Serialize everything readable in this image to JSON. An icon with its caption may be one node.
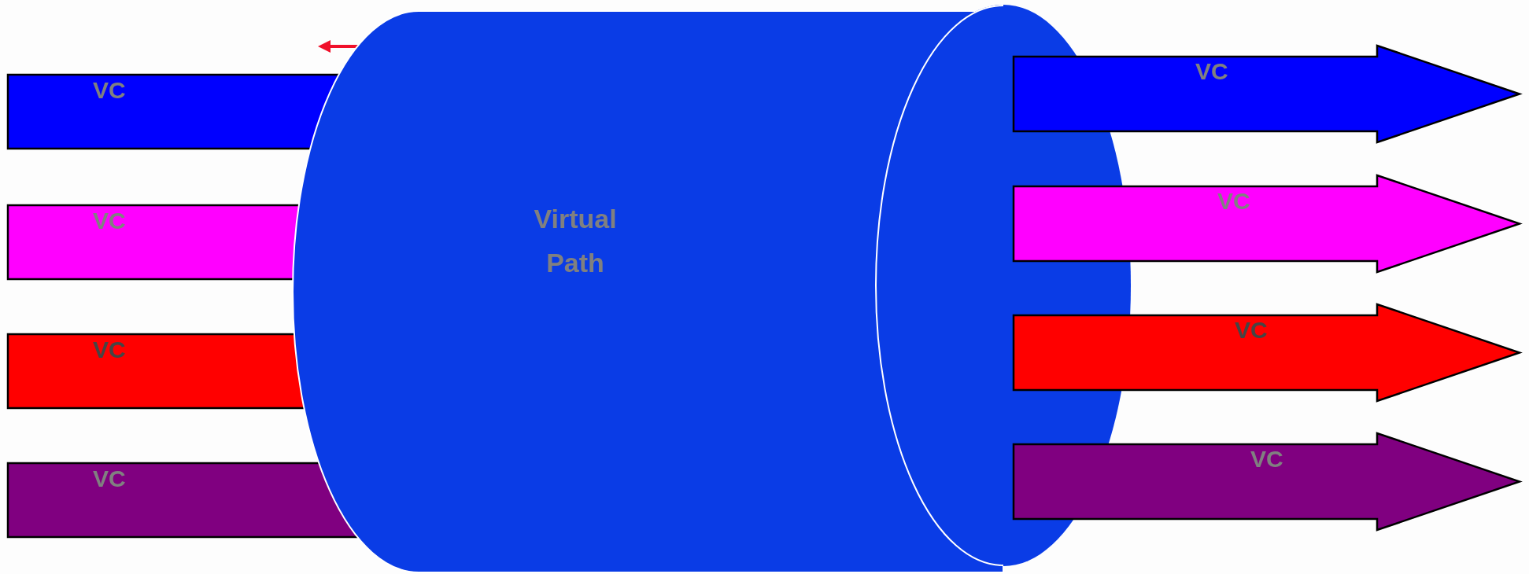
{
  "diagram": {
    "nodes": [
      {
        "text": [
          "Virtual Path"
        ]
      },
      {
        "text": [
          "VC"
        ]
      },
      {
        "text": [
          "VC"
        ]
      },
      {
        "text": [
          "VC"
        ]
      },
      {
        "text": [
          "VC"
        ]
      },
      {
        "text": [
          "VC"
        ]
      },
      {
        "text": [
          "VC"
        ]
      },
      {
        "text": [
          "VC"
        ]
      },
      {
        "text": [
          "VC"
        ]
      }
    ]
  }
}
